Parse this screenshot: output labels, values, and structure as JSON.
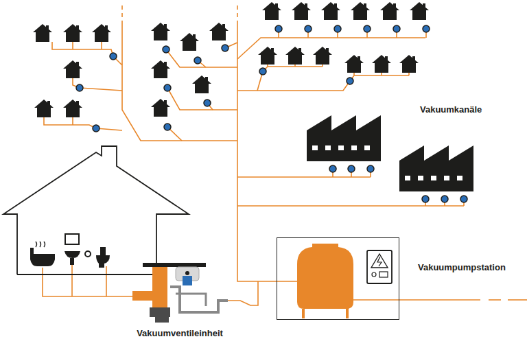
{
  "diagram": {
    "nodes": [
      {
        "text": [
          "Vakuumpumpstation"
        ]
      }
    ],
    "labels": [
      "Vakuumkanäle",
      "Vakuumventileinheit"
    ]
  }
}
